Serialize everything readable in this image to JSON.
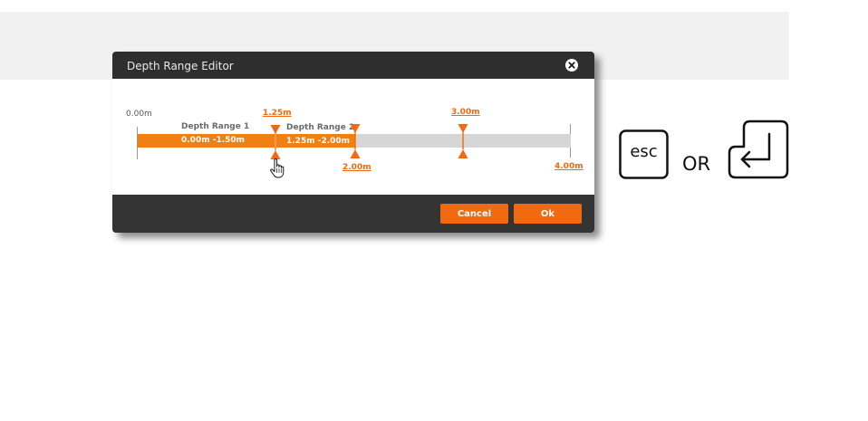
{
  "dialog": {
    "title": "Depth Range Editor",
    "close_icon": "close-icon",
    "buttons": {
      "cancel_label": "Cancel",
      "ok_label": "Ok"
    }
  },
  "ruler": {
    "start_label": "0.00m",
    "end_label": "4.00m",
    "ranges": [
      {
        "name": "Depth Range 1",
        "value_text": "0.00m -1.50m"
      },
      {
        "name": "Depth Range 2",
        "value_text": "1.25m -2.00m"
      }
    ],
    "markers": [
      {
        "label": "1.25m"
      },
      {
        "label": "2.00m"
      },
      {
        "label": "3.00m"
      }
    ]
  },
  "shortcuts": {
    "esc_label": "esc",
    "or_label": "OR",
    "enter_icon": "enter-key-icon"
  },
  "colors": {
    "accent": "#f26a0f",
    "range_fill": "#f27f12",
    "track": "#d6d6d6",
    "header": "#2e2e2e",
    "footer": "#343434"
  }
}
